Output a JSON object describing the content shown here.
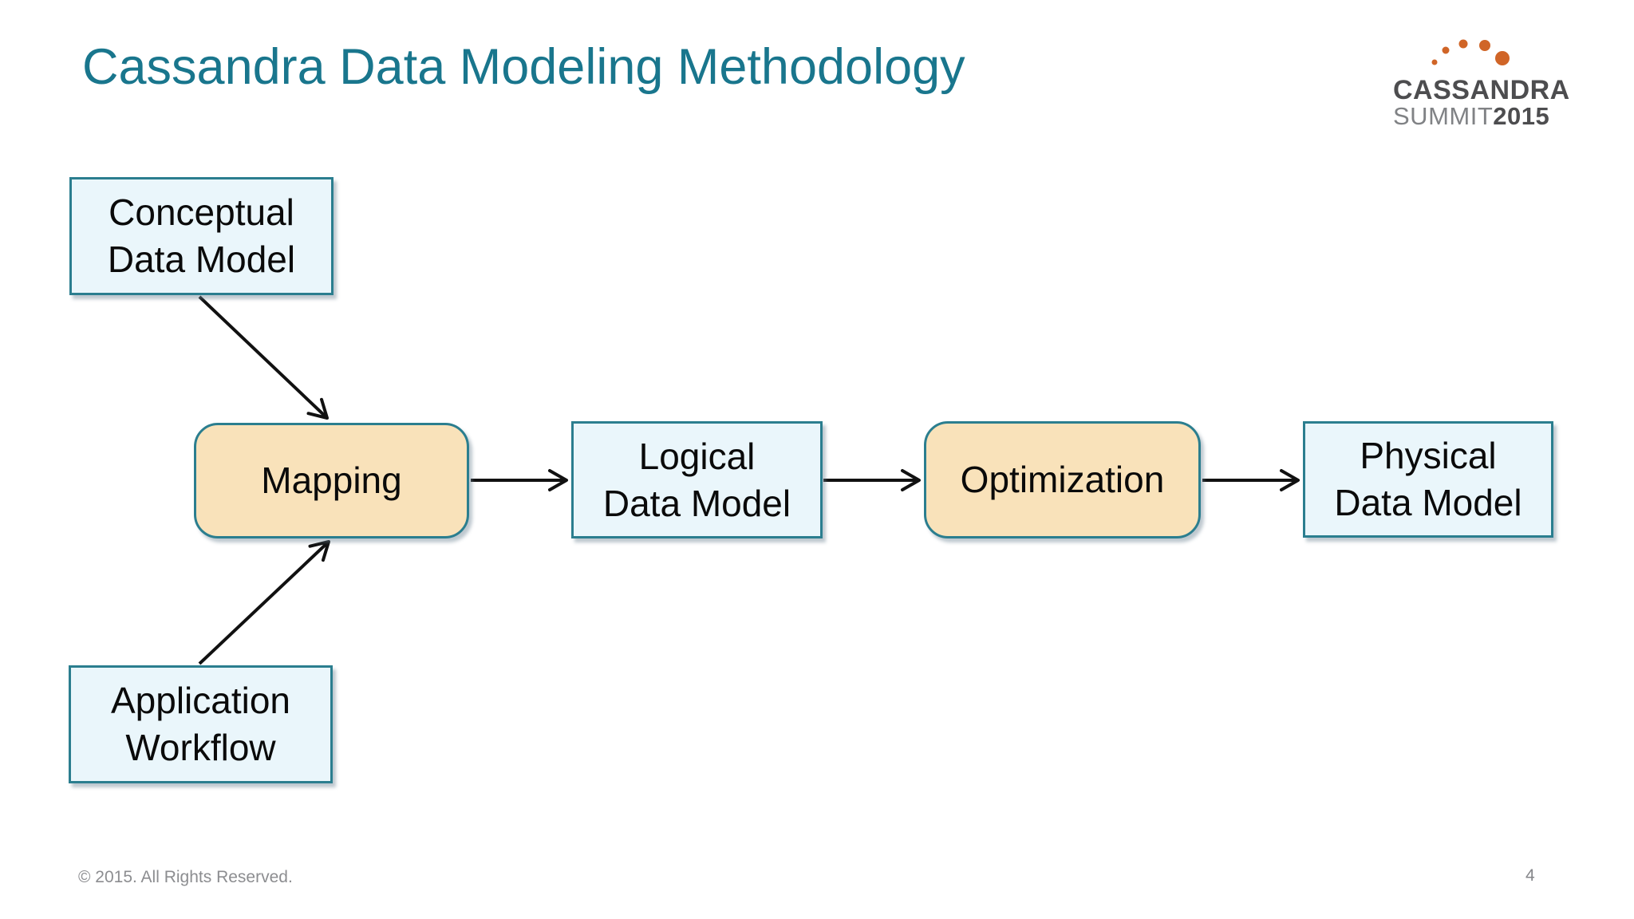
{
  "slide": {
    "title": "Cassandra Data Modeling Methodology",
    "footer": {
      "copyright": "© 2015. All Rights Reserved.",
      "page_number": "4"
    }
  },
  "logo": {
    "line1": "CASSANDRA",
    "line2_light": "SUMMIT",
    "line2_bold": "2015",
    "dots_icon": "orange-dots-arc-icon"
  },
  "diagram": {
    "type": "flowchart",
    "nodes": {
      "conceptual": {
        "line1": "Conceptual",
        "line2": "Data Model",
        "shape": "rectangle",
        "fill": "#EAF6FB"
      },
      "application": {
        "line1": "Application",
        "line2": "Workflow",
        "shape": "rectangle",
        "fill": "#EAF6FB"
      },
      "mapping": {
        "line1": "Mapping",
        "shape": "rounded-rectangle",
        "fill": "#F9E2BA"
      },
      "logical": {
        "line1": "Logical",
        "line2": "Data Model",
        "shape": "rectangle",
        "fill": "#EAF6FB"
      },
      "optimization": {
        "line1": "Optimization",
        "shape": "rounded-rectangle",
        "fill": "#F9E2BA"
      },
      "physical": {
        "line1": "Physical",
        "line2": "Data Model",
        "shape": "rectangle",
        "fill": "#EAF6FB"
      }
    },
    "edges": [
      {
        "from": "conceptual",
        "to": "mapping"
      },
      {
        "from": "application",
        "to": "mapping"
      },
      {
        "from": "mapping",
        "to": "logical"
      },
      {
        "from": "logical",
        "to": "optimization"
      },
      {
        "from": "optimization",
        "to": "physical"
      }
    ]
  },
  "colors": {
    "title_teal": "#19768D",
    "node_border_teal": "#2B7E8F",
    "node_fill_blue": "#EAF6FB",
    "node_fill_tan": "#F9E2BA",
    "logo_orange": "#D06527",
    "logo_gray_dark": "#4D4D4F",
    "logo_gray_light": "#808285",
    "arrow_black": "#111111",
    "footer_gray": "#8C8D90"
  }
}
